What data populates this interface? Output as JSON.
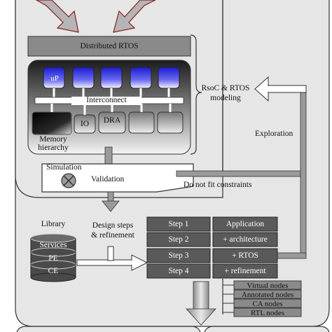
{
  "distributed_rtos": "Distributed RTOS",
  "processors": [
    "uP",
    "",
    "",
    "",
    ""
  ],
  "interconnect": "Interconnect",
  "memory_hierarchy": "Memory\nhierarchy",
  "io": "IO",
  "dra": "DRA",
  "rsoc_rtos_modeling": "RsoC & RTOS\nmodeling",
  "exploration": "Exploration",
  "simulation": "Simulation",
  "validation": "Validation",
  "do_not_fit": "Do not fit constraints",
  "library": {
    "title": "Library",
    "items": [
      "Services",
      "PE",
      "CE"
    ]
  },
  "design_steps": "Design steps\n& refinement",
  "steps_table": {
    "steps": [
      "Step 1",
      "Step 2",
      "Step 3",
      "Step 4"
    ],
    "descriptions": [
      "Application",
      "+ architecture",
      "+ RTOS",
      "+ refinement"
    ]
  },
  "output_nodes": [
    "Virtual nodes",
    "Annotated nodes",
    "CA nodes",
    "RTL nodes"
  ],
  "colors": {
    "panel_bg": "#e6e6e6",
    "dark_cell": "#5a5a5a",
    "processor_blue": "#2f2fd8",
    "arrow_gray": "#a8a8a8"
  }
}
